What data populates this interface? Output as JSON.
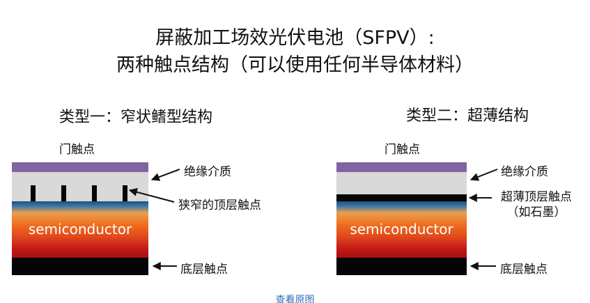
{
  "title_line1": "屏蔽加工场效光伏电池（SFPV）:",
  "title_line2": "两种触点结构（可以使用任何半导体材料）",
  "left": {
    "subtitle": "类型一：窄状鳍型结构",
    "gate": "门触点",
    "insulator": "绝缘介质",
    "top_contact": "狭窄的顶层触点",
    "semiconductor": "semiconductor",
    "bottom_contact": "底层触点"
  },
  "right": {
    "subtitle": "类型二：超薄结构",
    "gate": "门触点",
    "insulator": "绝缘介质",
    "top_contact": "超薄顶层触点",
    "top_contact_note": "（如石墨）",
    "semiconductor": "semiconductor",
    "bottom_contact": "底层触点"
  },
  "link": "查看原图",
  "colors": {
    "gate": "#8064a2",
    "insulator": "#d9d9d9",
    "contact": "#050505",
    "link": "#2e6fb5"
  }
}
